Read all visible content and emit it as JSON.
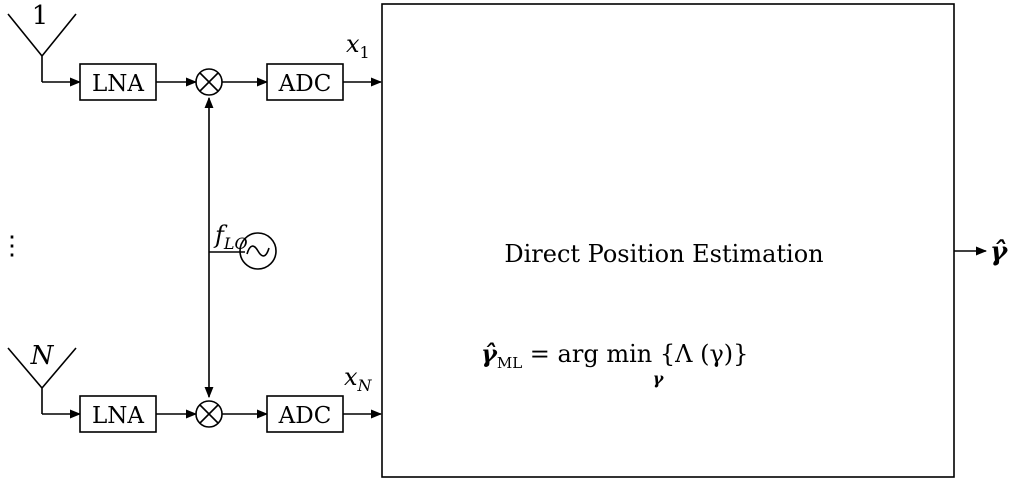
{
  "antennas": [
    {
      "label": "1"
    },
    {
      "label": "N"
    }
  ],
  "chains": [
    {
      "lna_label": "LNA",
      "adc_label": "ADC",
      "output_var": "x",
      "output_sub": "1"
    },
    {
      "lna_label": "LNA",
      "adc_label": "ADC",
      "output_var": "x",
      "output_sub": "N"
    }
  ],
  "ellipsis": "⋮",
  "local_oscillator": {
    "var": "f",
    "sub": "LO",
    "symbol": "~"
  },
  "dpe_block": {
    "title": "Direct Position Estimation",
    "formula": {
      "lhs": "γ̂",
      "lhs_sub": "ML",
      "eq": " = arg min ",
      "min_sub": "γ",
      "rhs": "{Λ (γ)}"
    }
  },
  "output": {
    "symbol": "γ̂"
  }
}
